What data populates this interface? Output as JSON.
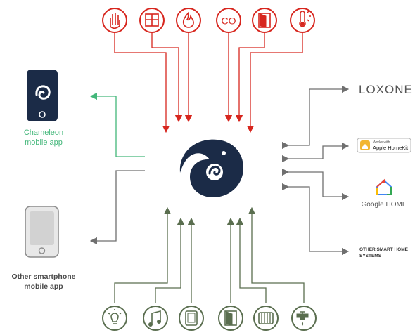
{
  "colors": {
    "alert": "#d7261e",
    "device": "#5a6e4f",
    "app": "#43b77a",
    "neutral": "#6f6f6f",
    "hub": "#1b2b47"
  },
  "top_icons": [
    "hand-stop-icon",
    "window-icon",
    "fire-icon",
    "co-sensor-icon",
    "door-open-icon",
    "temperature-icon"
  ],
  "top_icon_texts": {
    "co": "CO"
  },
  "bottom_icons": [
    "light-bulb-icon",
    "music-note-icon",
    "tablet-icon",
    "door-icon",
    "radiator-icon",
    "water-tap-icon"
  ],
  "left_apps": {
    "chameleon": {
      "line1": "Chameleon",
      "line2": "mobile app"
    },
    "other": {
      "line1": "Other smartphone",
      "line2": "mobile app"
    }
  },
  "integrations": {
    "loxone": "LOXONE",
    "homekit": {
      "small": "Works with",
      "name": "Apple HomeKit"
    },
    "google": "Google HOME",
    "other": {
      "line1": "OTHER SMART HOME",
      "line2": "SYSTEMS"
    }
  }
}
